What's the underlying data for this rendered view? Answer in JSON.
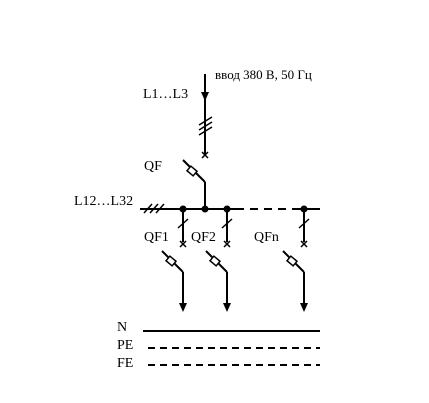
{
  "labels": {
    "supply": "ввод 380 В, 50 Гц",
    "input_phases": "L1…L3",
    "main_breaker": "QF",
    "bus": "L12…L32",
    "qf1": "QF1",
    "qf2": "QF2",
    "qfn": "QFn",
    "neutral": "N",
    "protective_earth": "PE",
    "functional_earth": "FE"
  }
}
